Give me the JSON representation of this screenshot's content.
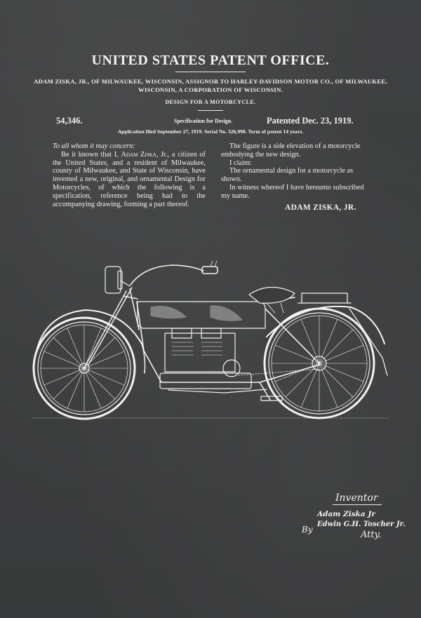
{
  "header": {
    "title": "UNITED STATES PATENT OFFICE.",
    "assignor": "ADAM ZISKA, JR., OF MILWAUKEE, WISCONSIN, ASSIGNOR TO HARLEY-DAVIDSON MOTOR CO., OF MILWAUKEE, WISCONSIN, A CORPORATION OF WISCONSIN.",
    "design_for": "DESIGN FOR A MOTORCYCLE.",
    "patent_number": "54,346.",
    "specification": "Specification for Design.",
    "patented": "Patented Dec. 23, 1919.",
    "application_line": "Application filed September 27, 1919.   Serial No. 326,998.   Term of patent 14 years."
  },
  "body": {
    "salutation": "To all whom it may concern:",
    "left_part1": "Be it known that I,",
    "left_name": "Adam Ziska",
    "left_part2": ", Jr., a citizen of the United States, and a resident of Milwaukee, county of Milwaukee, and State of Wisconsin, have invented a new, original, and ornamental Design for Motorcycles, of which the following is a specification, reference being had to the accompanying drawing, forming a part thereof.",
    "right_p1": "The figure is a side elevation of a motorcycle embodying the new design.",
    "right_p2": "I claim:",
    "right_p3": "The ornamental design for a motorcycle as shown.",
    "right_p4": "In witness whereof I have hereunto subscribed my name.",
    "inventor_name": "ADAM ZISKA, JR."
  },
  "signature": {
    "inventor_label": "Inventor",
    "inventor_sig": "Adam Ziska Jr",
    "by": "By",
    "attorney_sig": "Edwin G.H. Toscher Jr.",
    "atty": "Atty."
  },
  "colors": {
    "background": "#3b3c3d",
    "ink": "#f2f2f2"
  }
}
